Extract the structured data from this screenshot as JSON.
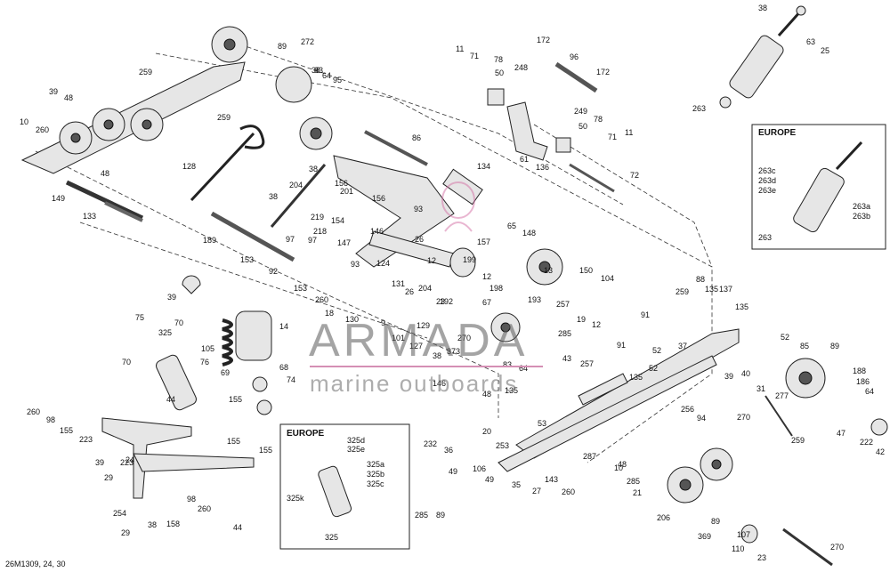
{
  "diagram": {
    "reference": "26M1309, 24, 30",
    "watermark": {
      "brand": "ARMADA",
      "tagline": "marine outboards"
    },
    "insets": [
      {
        "title": "EUROPE",
        "labels": [
          "263c",
          "263d",
          "263e",
          "263a",
          "263b",
          "263"
        ]
      },
      {
        "title": "EUROPE",
        "labels": [
          "325d",
          "325e",
          "325a",
          "325b",
          "325c",
          "325k",
          "325"
        ]
      }
    ],
    "labels": [
      "38",
      "63",
      "25",
      "263",
      "259",
      "89",
      "272",
      "38",
      "83",
      "64",
      "95",
      "39",
      "48",
      "10",
      "260",
      "259",
      "128",
      "48",
      "149",
      "133",
      "11",
      "71",
      "78",
      "50",
      "248",
      "172",
      "96",
      "172",
      "249",
      "50",
      "78",
      "71",
      "11",
      "61",
      "136",
      "72",
      "86",
      "38",
      "156",
      "201",
      "134",
      "204",
      "38",
      "93",
      "156",
      "219",
      "154",
      "97",
      "218",
      "97",
      "147",
      "146",
      "26",
      "157",
      "65",
      "148",
      "189",
      "153",
      "92",
      "153",
      "260",
      "18",
      "130",
      "93",
      "124",
      "131",
      "26",
      "204",
      "12",
      "192",
      "199",
      "12",
      "198",
      "193",
      "13",
      "150",
      "104",
      "257",
      "19",
      "12",
      "23",
      "67",
      "39",
      "75",
      "325",
      "70",
      "70",
      "76",
      "105",
      "14",
      "69",
      "68",
      "74",
      "155",
      "44",
      "260",
      "98",
      "155",
      "223",
      "39",
      "223",
      "24",
      "29",
      "254",
      "29",
      "38",
      "158",
      "155",
      "155",
      "98",
      "260",
      "44",
      "9",
      "101",
      "127",
      "129",
      "38",
      "270",
      "373",
      "83",
      "64",
      "43",
      "257",
      "146",
      "48",
      "135",
      "91",
      "135",
      "37",
      "52",
      "53",
      "52",
      "91",
      "259",
      "88",
      "135",
      "137",
      "135",
      "52",
      "85",
      "89",
      "188",
      "186",
      "64",
      "40",
      "39",
      "31",
      "277",
      "47",
      "222",
      "42",
      "270",
      "259",
      "256",
      "94",
      "232",
      "36",
      "49",
      "106",
      "49",
      "20",
      "253",
      "35",
      "27",
      "143",
      "260",
      "10",
      "285",
      "21",
      "206",
      "89",
      "369",
      "107",
      "110",
      "23",
      "270",
      "48",
      "287",
      "285",
      "285",
      "89"
    ]
  }
}
